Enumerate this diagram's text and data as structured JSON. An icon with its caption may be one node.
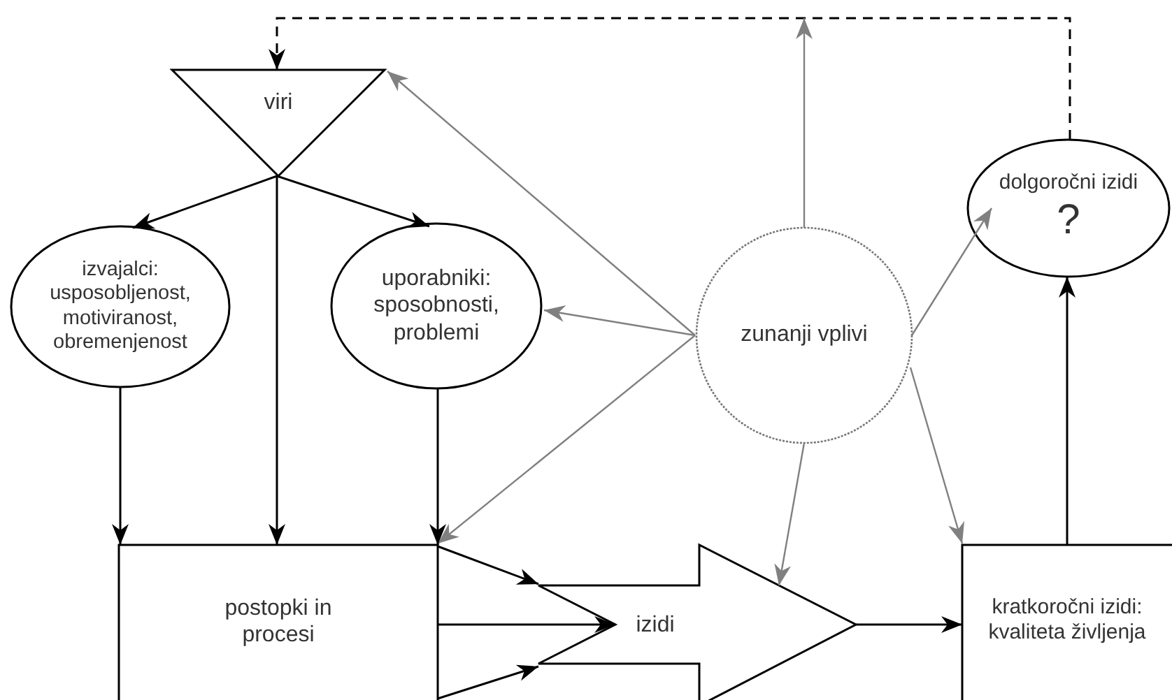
{
  "diagram": {
    "nodes": [
      {
        "text": [
          "viri"
        ]
      },
      {
        "text": [
          "dolgoročni izidi",
          "?"
        ]
      },
      {
        "text": [
          "izvajalci: usposobljenost, motiviranost, obremenjenost"
        ]
      },
      {
        "text": [
          "uporabniki: sposobnosti, problemi"
        ]
      },
      {
        "text": [
          "zunanji vplivi"
        ]
      },
      {
        "text": [
          "postopki in procesi"
        ]
      },
      {
        "text": [
          "izidi"
        ]
      },
      {
        "text": [
          "kratkoročni izidi: kvaliteta življenja"
        ]
      }
    ],
    "edges": [
      {
        "from": 1,
        "to": 0,
        "arrow": "to",
        "style": "dashed"
      },
      {
        "from": 0,
        "to": 2,
        "arrow": "to"
      },
      {
        "from": 0,
        "to": 5,
        "arrow": "to"
      },
      {
        "from": 0,
        "to": 3,
        "arrow": "to"
      },
      {
        "from": 4,
        "to": 0,
        "arrow": "to",
        "color": "#808080"
      },
      {
        "from": 4,
        "to": null,
        "arrow": "to",
        "color": "#808080"
      },
      {
        "from": 4,
        "to": 3,
        "arrow": "to",
        "color": "#808080"
      },
      {
        "from": 4,
        "to": 5,
        "arrow": "to",
        "color": "#808080"
      },
      {
        "from": 4,
        "to": 6,
        "arrow": "to",
        "color": "#808080"
      },
      {
        "from": 4,
        "to": 7,
        "arrow": "to",
        "color": "#808080"
      },
      {
        "from": 4,
        "to": 1,
        "arrow": "to",
        "color": "#808080"
      },
      {
        "from": 2,
        "to": 5,
        "arrow": "to"
      },
      {
        "from": 3,
        "to": 5,
        "arrow": "to"
      },
      {
        "from": 5,
        "to": 6,
        "arrow": "to"
      },
      {
        "from": 5,
        "to": 6,
        "arrow": "to"
      },
      {
        "from": 5,
        "to": 6,
        "arrow": "to"
      },
      {
        "from": 6,
        "to": 7,
        "arrow": "to"
      },
      {
        "from": 7,
        "to": 1,
        "arrow": "to"
      }
    ]
  }
}
